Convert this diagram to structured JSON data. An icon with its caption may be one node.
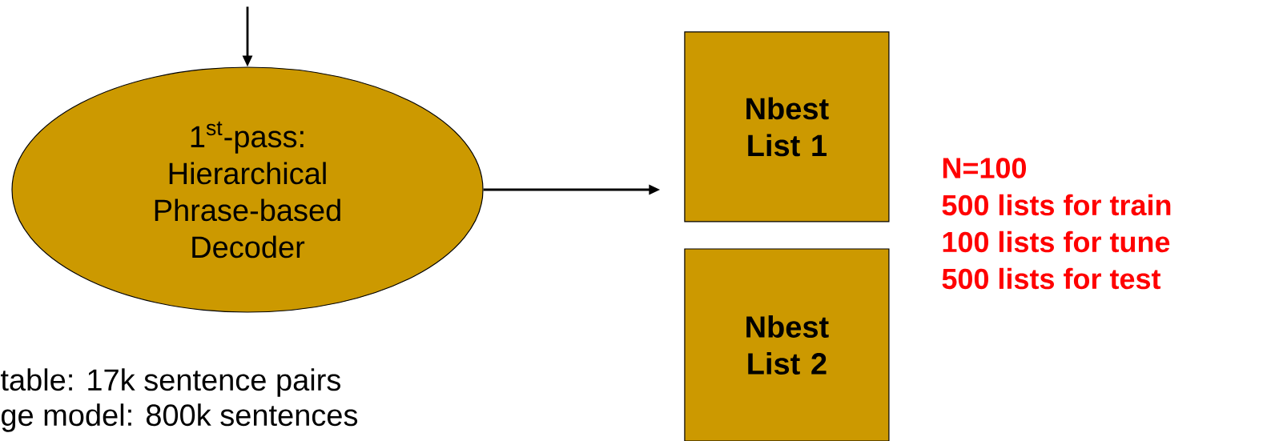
{
  "diagram": {
    "nodes": [
      {
        "text": [
          "\\text{1}^{\\text{st}}\\text{-pass:}",
          "Hierarchical Phrase-based Decoder"
        ]
      },
      {
        "text": [
          "Nbest List 1"
        ]
      },
      {
        "text": [
          "Nbest List 2"
        ]
      }
    ],
    "edges": [
      {
        "from": null,
        "to": 0,
        "arrow": "to"
      },
      {
        "from": 0,
        "to": 1,
        "arrow": "to"
      }
    ],
    "labels": [
      "N=100",
      "500 lists for train",
      "100 lists for tune",
      "500 lists for test",
      "table: 17k sentence pairs",
      "ge model: 800k sentences"
    ]
  }
}
